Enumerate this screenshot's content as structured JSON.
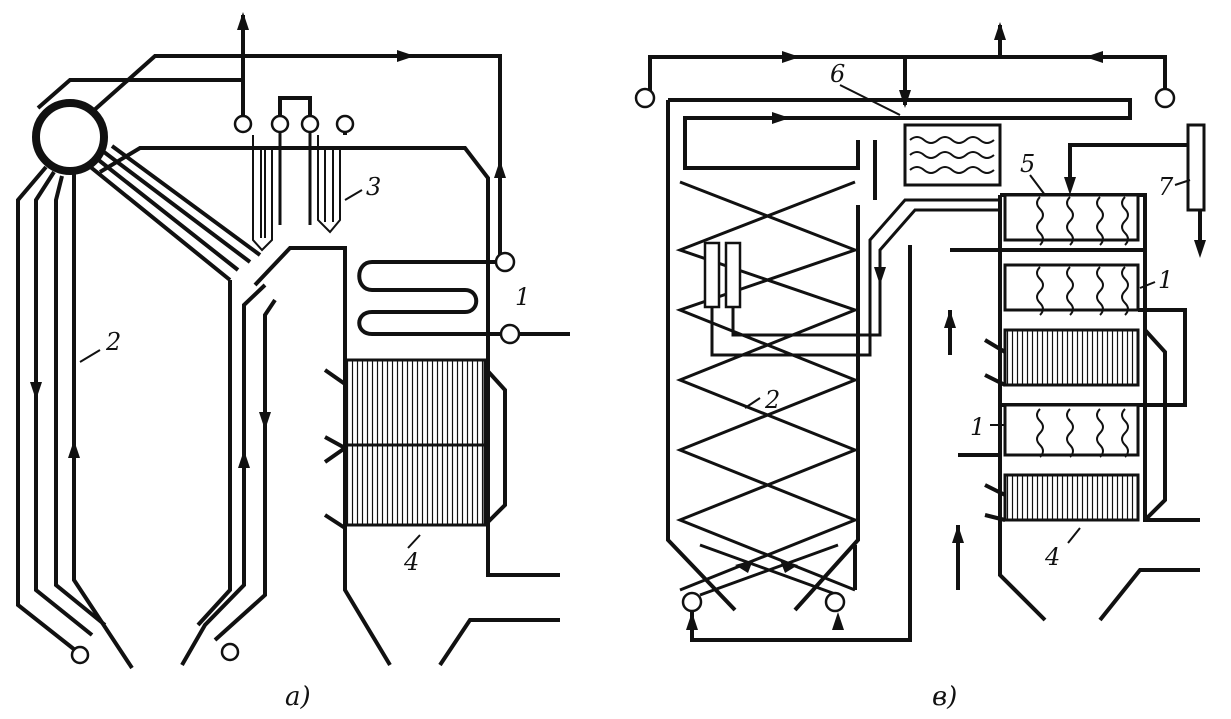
{
  "diagram_a": {
    "caption": "a)",
    "labels": {
      "l1": "1",
      "l2": "2",
      "l3": "3",
      "l4": "4"
    }
  },
  "diagram_b": {
    "caption": "в)",
    "labels": {
      "l1a": "1",
      "l1b": "1",
      "l2": "2",
      "l4": "4",
      "l5": "5",
      "l6": "6",
      "l7": "7"
    }
  }
}
